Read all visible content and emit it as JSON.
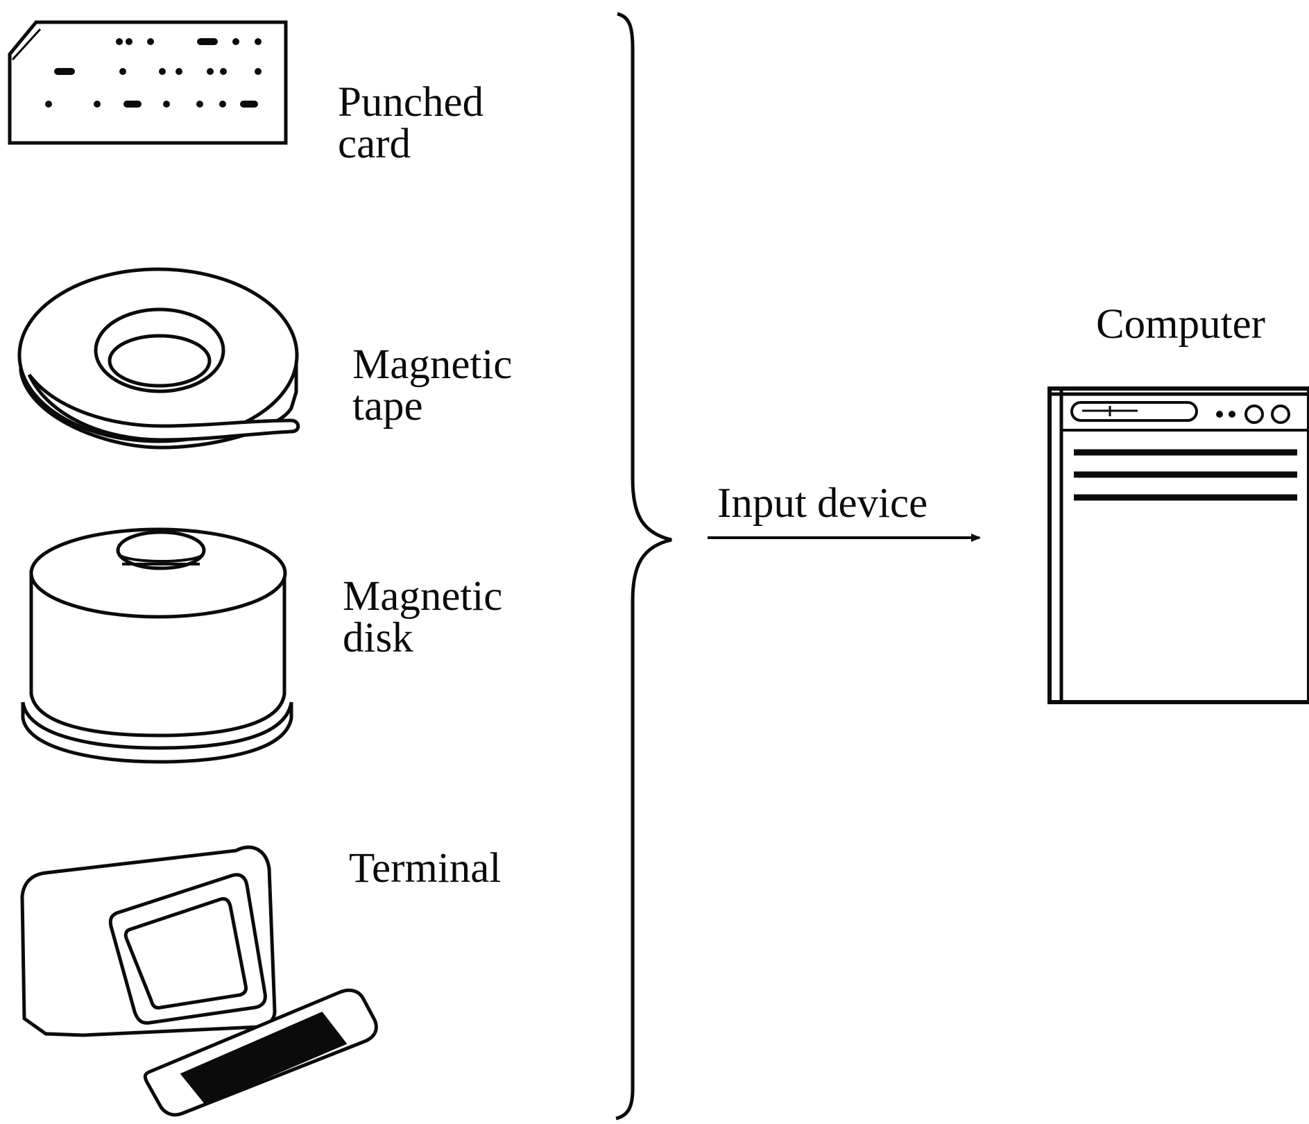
{
  "inputs": [
    {
      "id": "punched-card",
      "icon": "punched-card-icon",
      "lines": [
        "Punched",
        "card"
      ]
    },
    {
      "id": "magnetic-tape",
      "icon": "magnetic-tape-icon",
      "lines": [
        "Magnetic",
        "tape"
      ]
    },
    {
      "id": "magnetic-disk",
      "icon": "magnetic-disk-icon",
      "lines": [
        "Magnetic",
        "disk"
      ]
    },
    {
      "id": "terminal",
      "icon": "terminal-icon",
      "lines": [
        "Terminal"
      ]
    }
  ],
  "arrow_label": "Input device",
  "computer": {
    "label": "Computer",
    "icon": "computer-cabinet-icon"
  },
  "colors": {
    "ink": "#0b0b0b",
    "background": "#ffffff"
  }
}
